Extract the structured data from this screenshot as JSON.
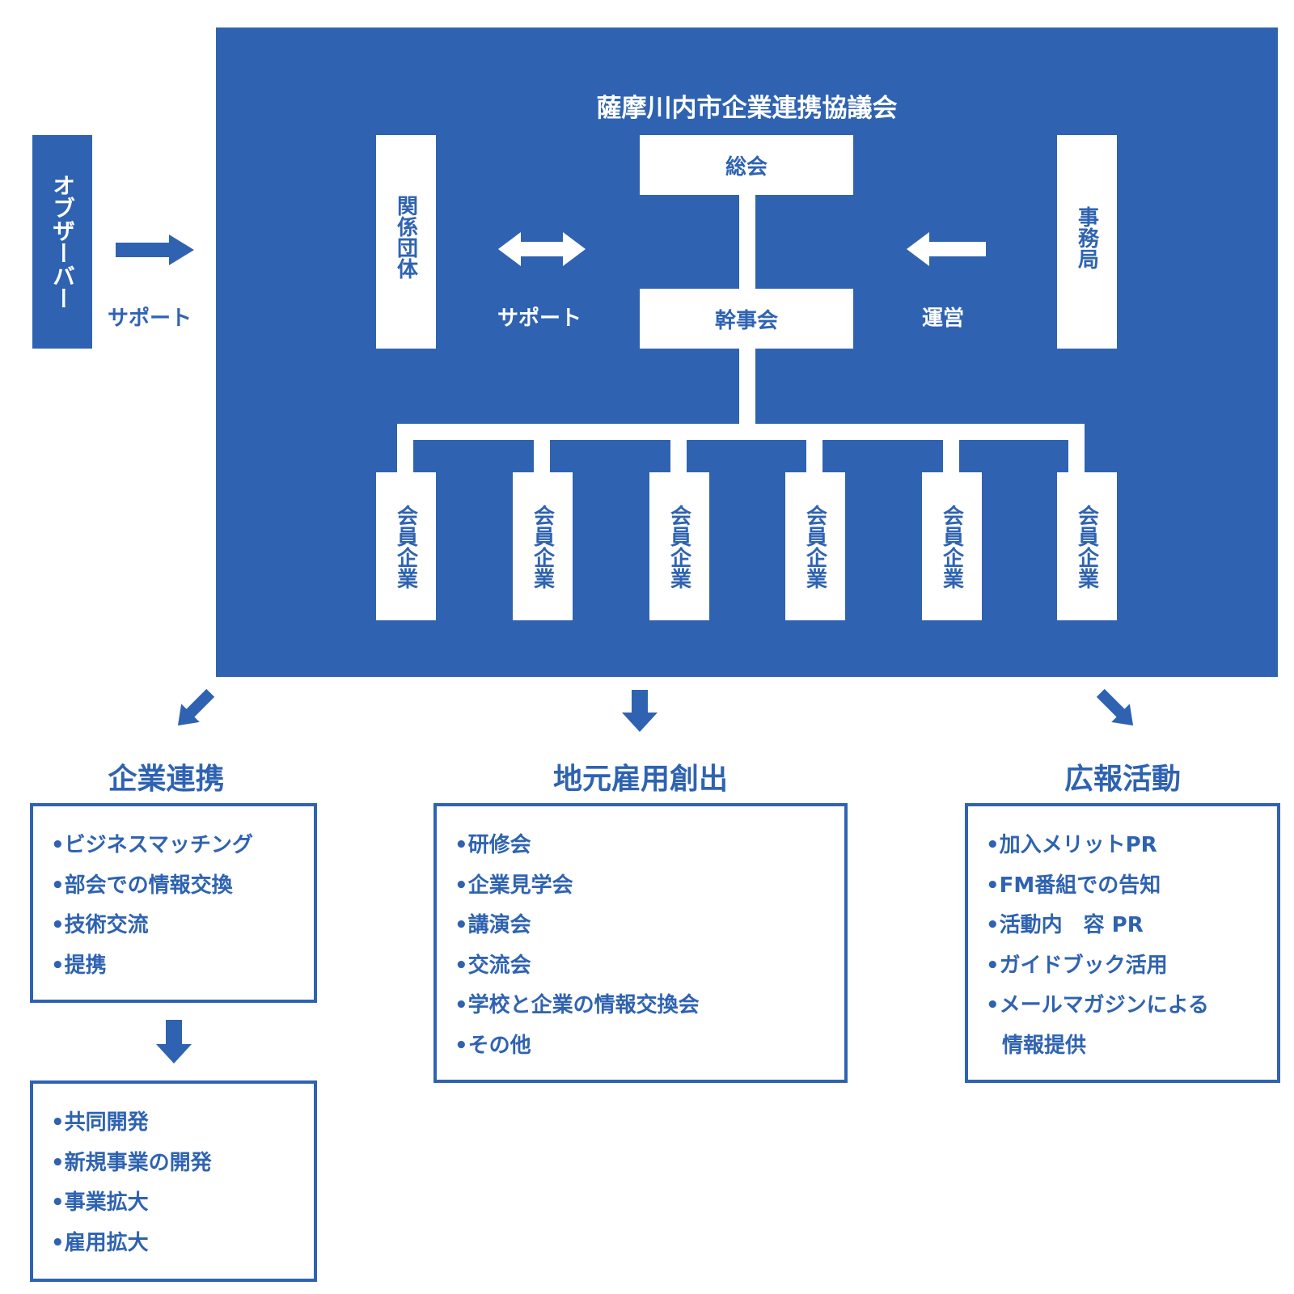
{
  "council_title": "薩摩川内市企業連携協議会",
  "observer": "オブザーバー",
  "observer_support": "サポート",
  "related_orgs": "関係団体",
  "related_support": "サポート",
  "general_meeting": "総会",
  "board_meeting": "幹事会",
  "secretariat": "事務局",
  "secretariat_action": "運営",
  "members": [
    "会員企業",
    "会員企業",
    "会員企業",
    "会員企業",
    "会員企業",
    "会員企業"
  ],
  "outcomes": [
    {
      "heading": "企業連携",
      "items": [
        "•ビジネスマッチング",
        "•部会での情報交換",
        "•技術交流",
        "•提携"
      ]
    },
    {
      "heading": "地元雇用創出",
      "items": [
        "•研修会",
        "•企業見学会",
        "•講演会",
        "•交流会",
        "•学校と企業の情報交換会",
        "•その他"
      ]
    },
    {
      "heading": "広報活動",
      "items": [
        "•加入メリットPR",
        "•FM番組での告知",
        "•活動内　容 PR",
        "•ガイドブック活用",
        "•メールマガジンによる",
        "情報提供"
      ]
    }
  ],
  "followup": {
    "items": [
      "•共同開発",
      "•新規事業の開発",
      "•事業拡大",
      "•雇用拡大"
    ]
  },
  "colors": {
    "primary": "#2f63b1",
    "background": "#ffffff"
  }
}
